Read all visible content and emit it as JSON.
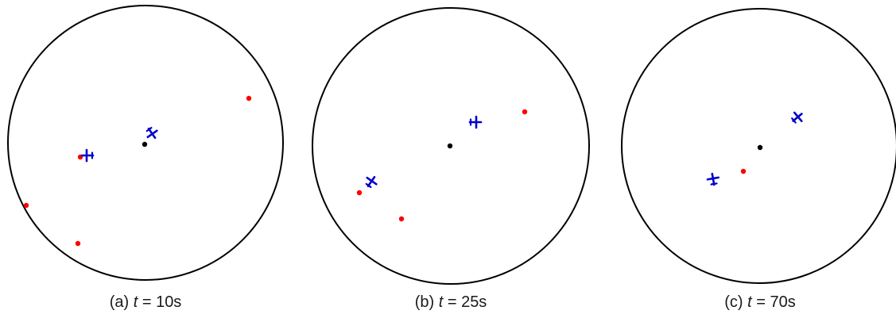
{
  "colors": {
    "boundary": "#000000",
    "center": "#000000",
    "target": "#ff0000",
    "aircraft": "#0000cc",
    "caption_text": "#1a1a1a"
  },
  "icons": {
    "aircraft": "airplane-icon",
    "target": "red-dot",
    "center": "black-dot"
  },
  "panels": [
    {
      "id": "a",
      "caption": {
        "prefix": "(a)",
        "var": "t",
        "rest": "= 10s"
      }
    },
    {
      "id": "b",
      "caption": {
        "prefix": "(b)",
        "var": "t",
        "rest": "= 25s"
      }
    },
    {
      "id": "c",
      "caption": {
        "prefix": "(c)",
        "var": "t",
        "rest": "= 70s"
      }
    }
  ]
}
